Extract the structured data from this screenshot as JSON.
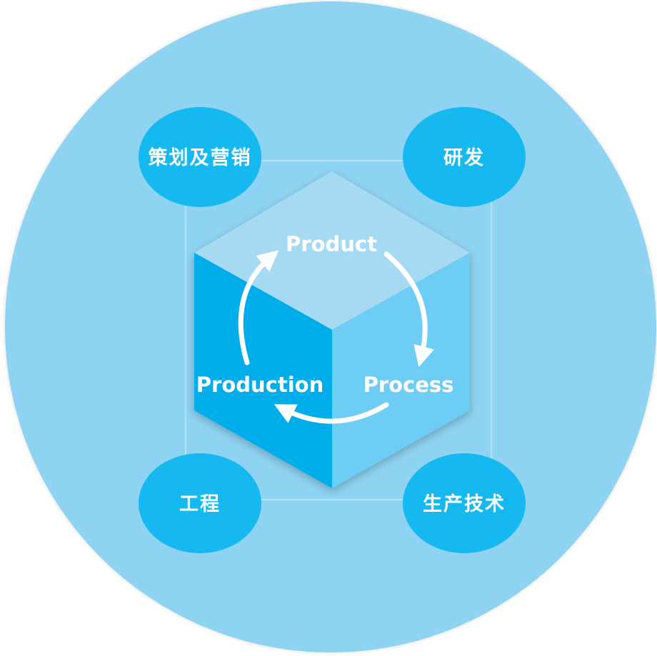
{
  "colors": {
    "outer_circle": "#8fd3f2",
    "ellipse": "#15b8ef",
    "cube_top": "#a6d9f2",
    "cube_left": "#00adeb",
    "cube_right": "#6dcdf4",
    "frame_line": "#bfe6f8",
    "text": "#ffffff"
  },
  "departments": {
    "top_left": "策划及营销",
    "top_right": "研发",
    "bottom_left": "工程",
    "bottom_right": "生产技术"
  },
  "cycle": {
    "product": "Product",
    "process": "Process",
    "production": "Production"
  }
}
